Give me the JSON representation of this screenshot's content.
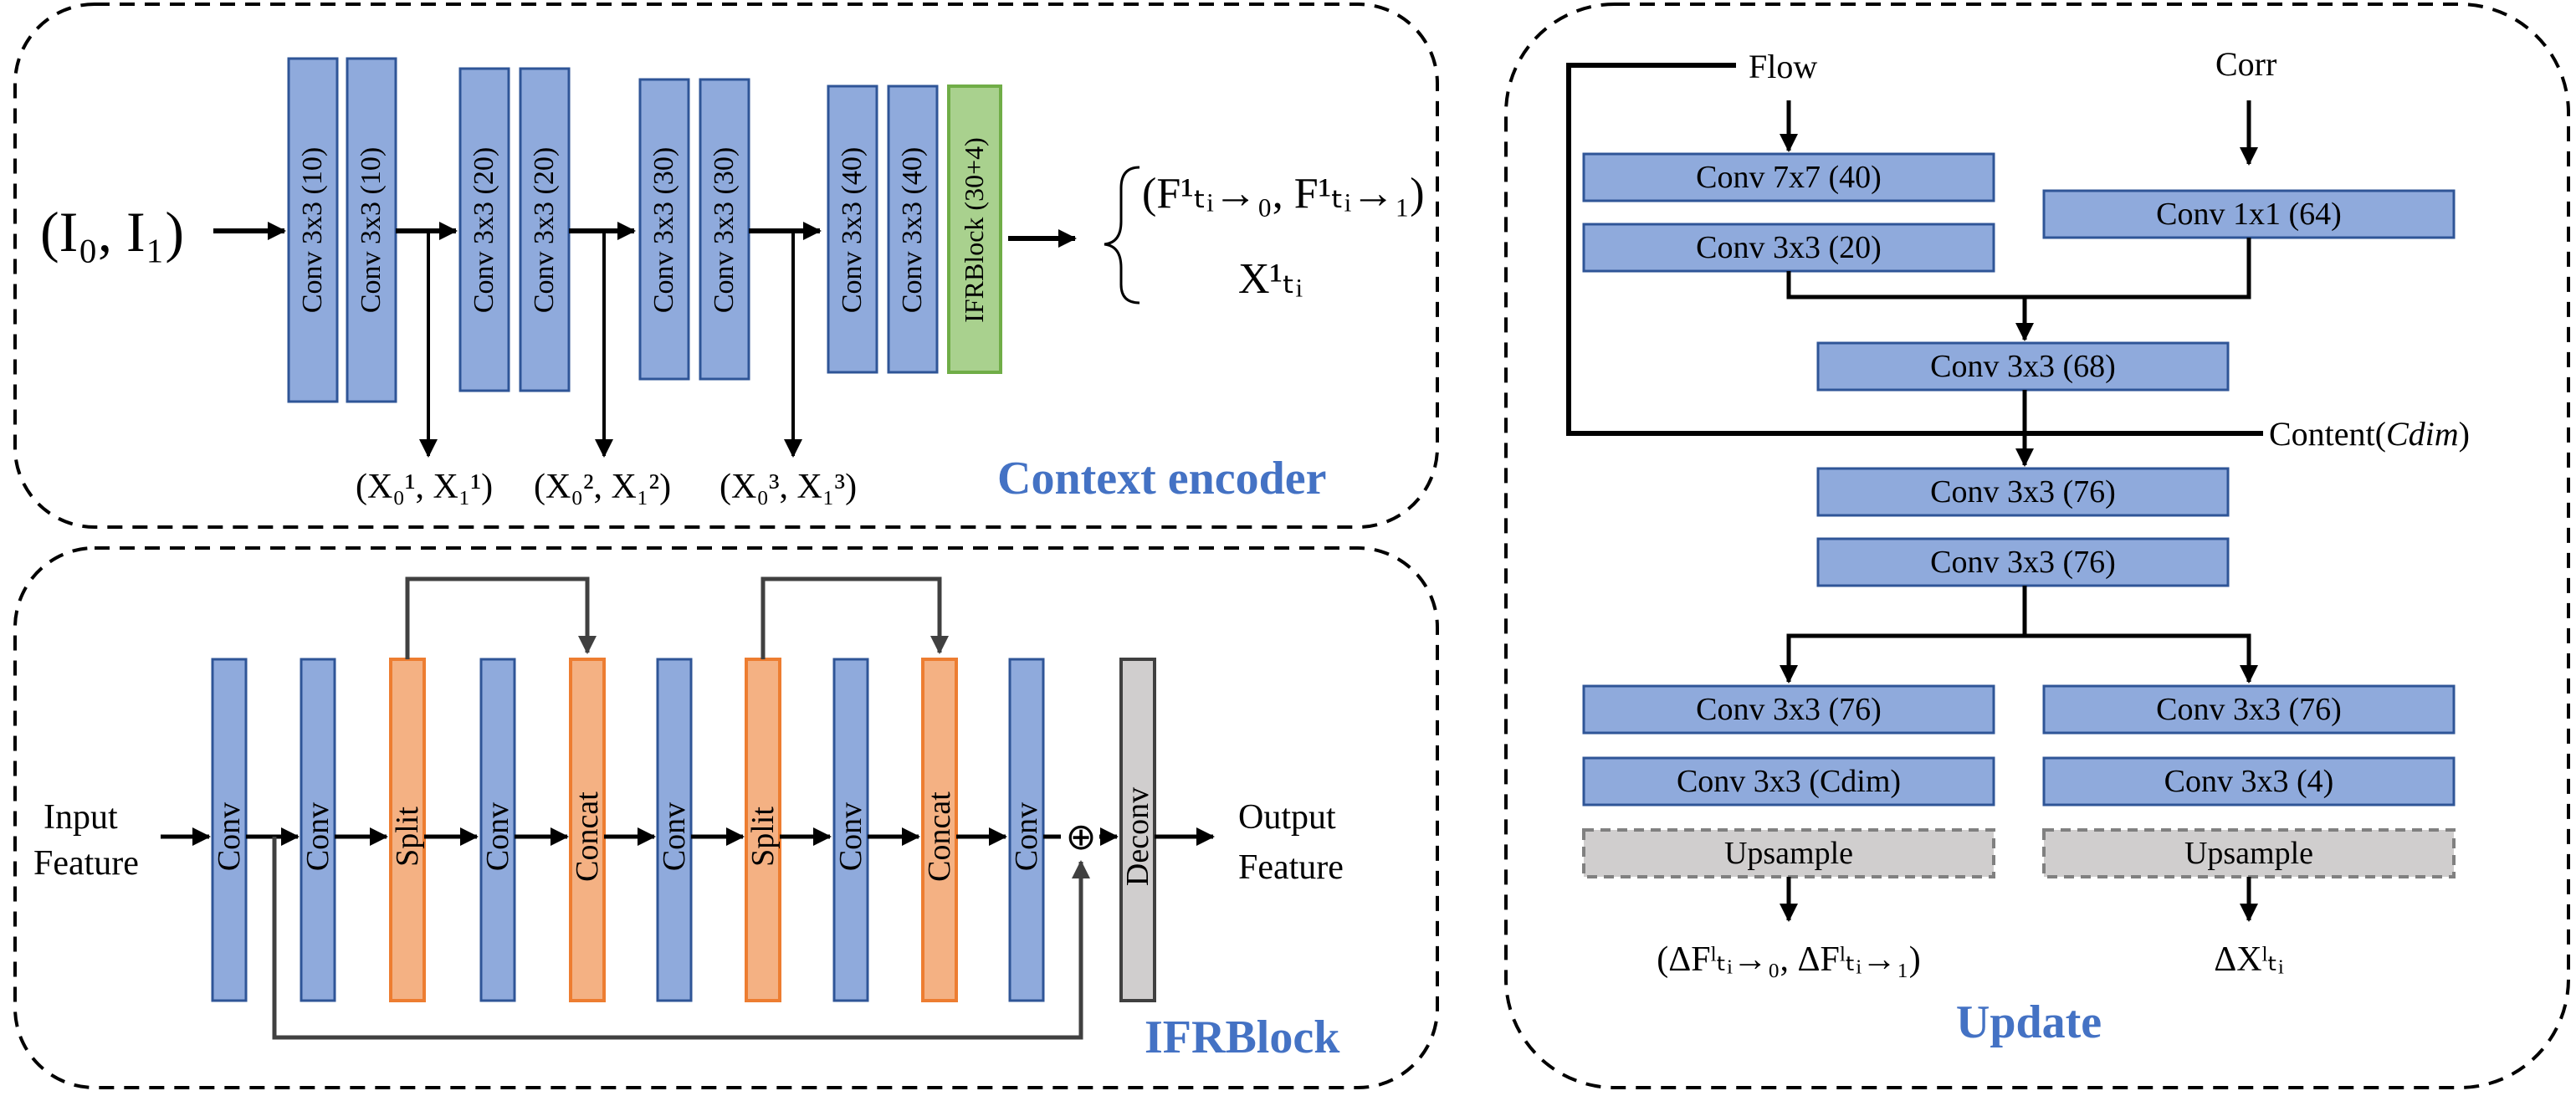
{
  "colors": {
    "conv_fill": "#8faadc",
    "conv_stroke": "#2f5597",
    "green_fill": "#a9d18e",
    "green_stroke": "#70ad47",
    "orange_fill": "#f4b183",
    "orange_stroke": "#ed7d31",
    "gray_fill": "#d0cece",
    "gray_stroke": "#595959",
    "title_color": "#4472c4",
    "line": "#000000"
  },
  "context": {
    "title": "Context encoder",
    "input_label": "(I₀, I₁)",
    "blocks": [
      "Conv 3x3 (10)",
      "Conv 3x3 (10)",
      "Conv 3x3 (20)",
      "Conv 3x3 (20)",
      "Conv 3x3 (30)",
      "Conv 3x3 (30)",
      "Conv 3x3 (40)",
      "Conv 3x3 (40)"
    ],
    "ifr_block": "IFRBlock (30+4)",
    "features": [
      "(X₀¹, X₁¹)",
      "(X₀², X₁²)",
      "(X₀³, X₁³)"
    ],
    "output_flow": "(F¹ₜᵢ→₀, F¹ₜᵢ→₁)",
    "output_x": "X¹ₜᵢ"
  },
  "ifr": {
    "title": "IFRBlock",
    "input_label_1": "Input",
    "input_label_2": "Feature",
    "output_label_1": "Output",
    "output_label_2": "Feature",
    "blocks": [
      "Conv",
      "Conv",
      "Split",
      "Conv",
      "Concat",
      "Conv",
      "Split",
      "Conv",
      "Concat",
      "Conv",
      "Deconv"
    ],
    "plus": "⊕"
  },
  "update": {
    "title": "Update",
    "flow_label": "Flow",
    "corr_label": "Corr",
    "content_label": "Content(",
    "content_italic": "Cdim",
    "content_close": ")",
    "conv7": "Conv 7x7 (40)",
    "conv3_20": "Conv 3x3 (20)",
    "conv1": "Conv 1x1 (64)",
    "conv68": "Conv 3x3 (68)",
    "conv76_a": "Conv 3x3 (76)",
    "conv76_b": "Conv 3x3 (76)",
    "left_conv76": "Conv 3x3 (76)",
    "left_cdim": "Conv 3x3 (Cdim)",
    "left_up": "Upsample",
    "right_conv76": "Conv 3x3 (76)",
    "right_4": "Conv 3x3 (4)",
    "right_up": "Upsample",
    "left_out": "(ΔFˡₜᵢ→₀, ΔFˡₜᵢ→₁)",
    "right_out": "ΔXˡₜᵢ"
  }
}
